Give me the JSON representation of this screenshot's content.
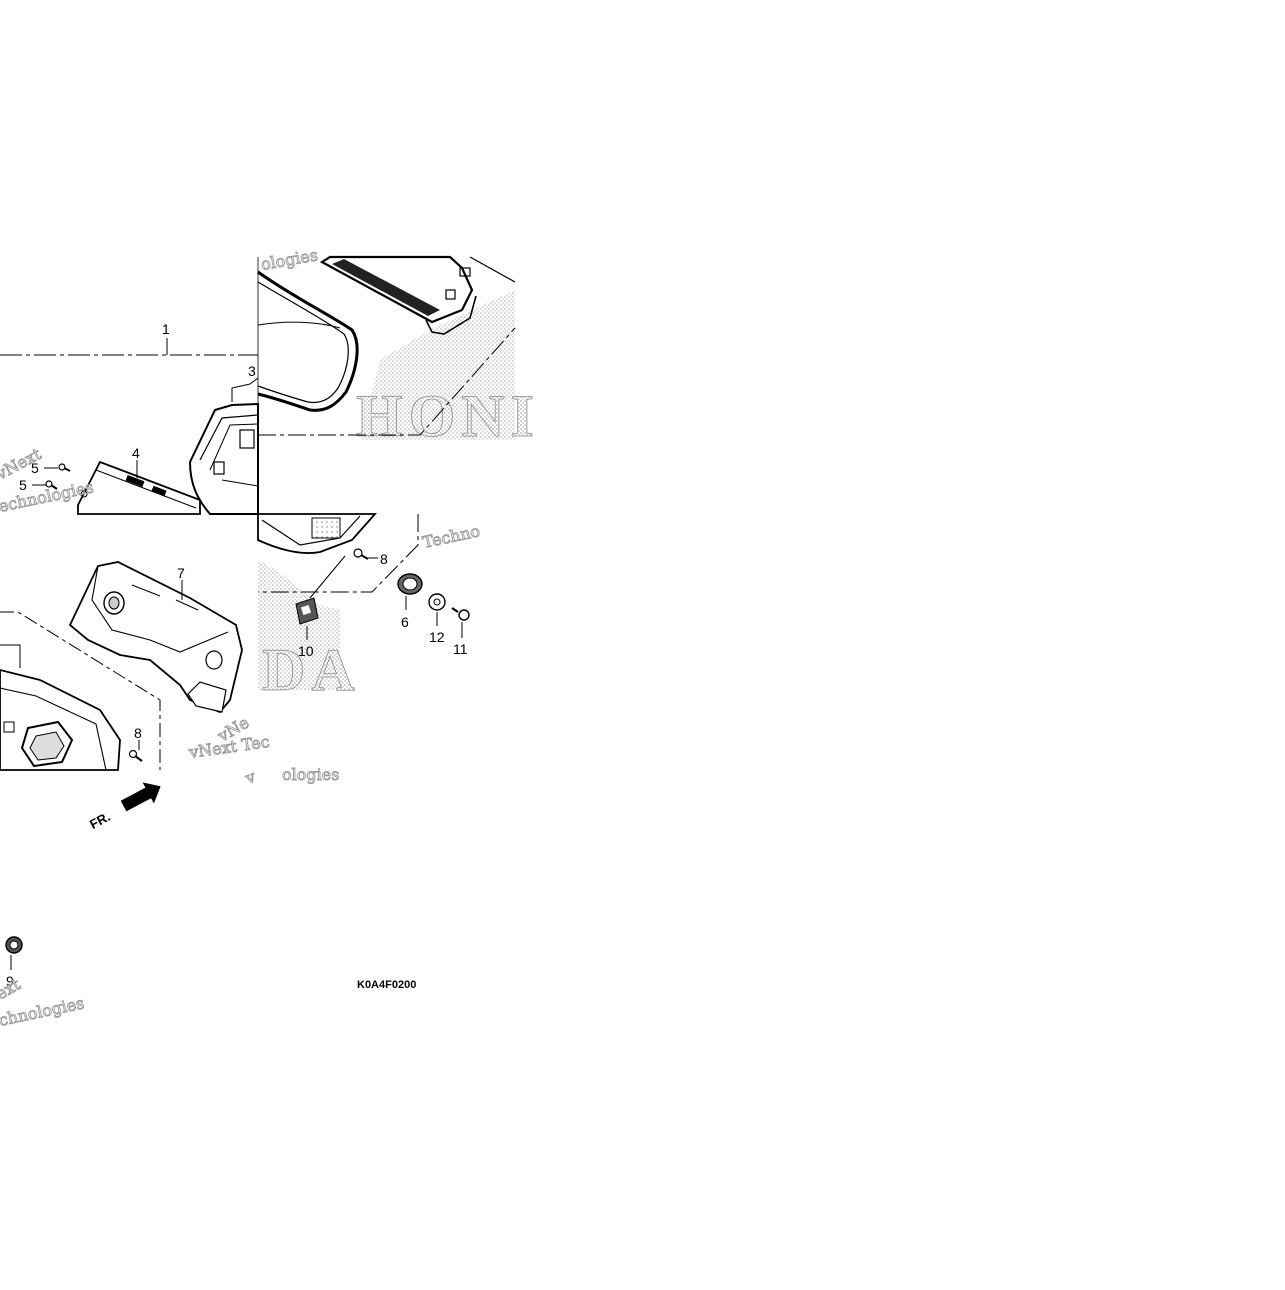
{
  "diagram": {
    "callouts": [
      {
        "id": "1",
        "label": "1"
      },
      {
        "id": "3",
        "label": "3"
      },
      {
        "id": "4",
        "label": "4"
      },
      {
        "id": "5a",
        "label": "5"
      },
      {
        "id": "5b",
        "label": "5"
      },
      {
        "id": "7",
        "label": "7"
      },
      {
        "id": "8a",
        "label": "8"
      },
      {
        "id": "8b",
        "label": "8"
      },
      {
        "id": "6",
        "label": "6"
      },
      {
        "id": "12",
        "label": "12"
      },
      {
        "id": "11",
        "label": "11"
      },
      {
        "id": "10",
        "label": "10"
      },
      {
        "id": "9",
        "label": "9"
      }
    ],
    "direction_label": "FR.",
    "drawing_code": "K0A4F0200",
    "brand_text": [
      "HONI",
      "DA"
    ],
    "watermark": [
      "vNext Tec",
      "ologies",
      "Techno",
      "ext",
      "chnologies",
      "vNext",
      "echnologies",
      "ologies",
      "vNe",
      "v"
    ]
  }
}
